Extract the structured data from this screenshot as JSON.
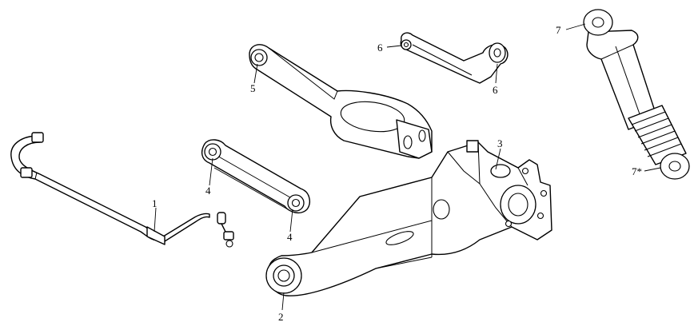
{
  "callouts": {
    "c1": "1",
    "c2": "2",
    "c3": "3",
    "c4a": "4",
    "c4b": "4",
    "c5": "5",
    "c6a": "6",
    "c6b": "6",
    "c7": "7",
    "c7s": "7*"
  }
}
